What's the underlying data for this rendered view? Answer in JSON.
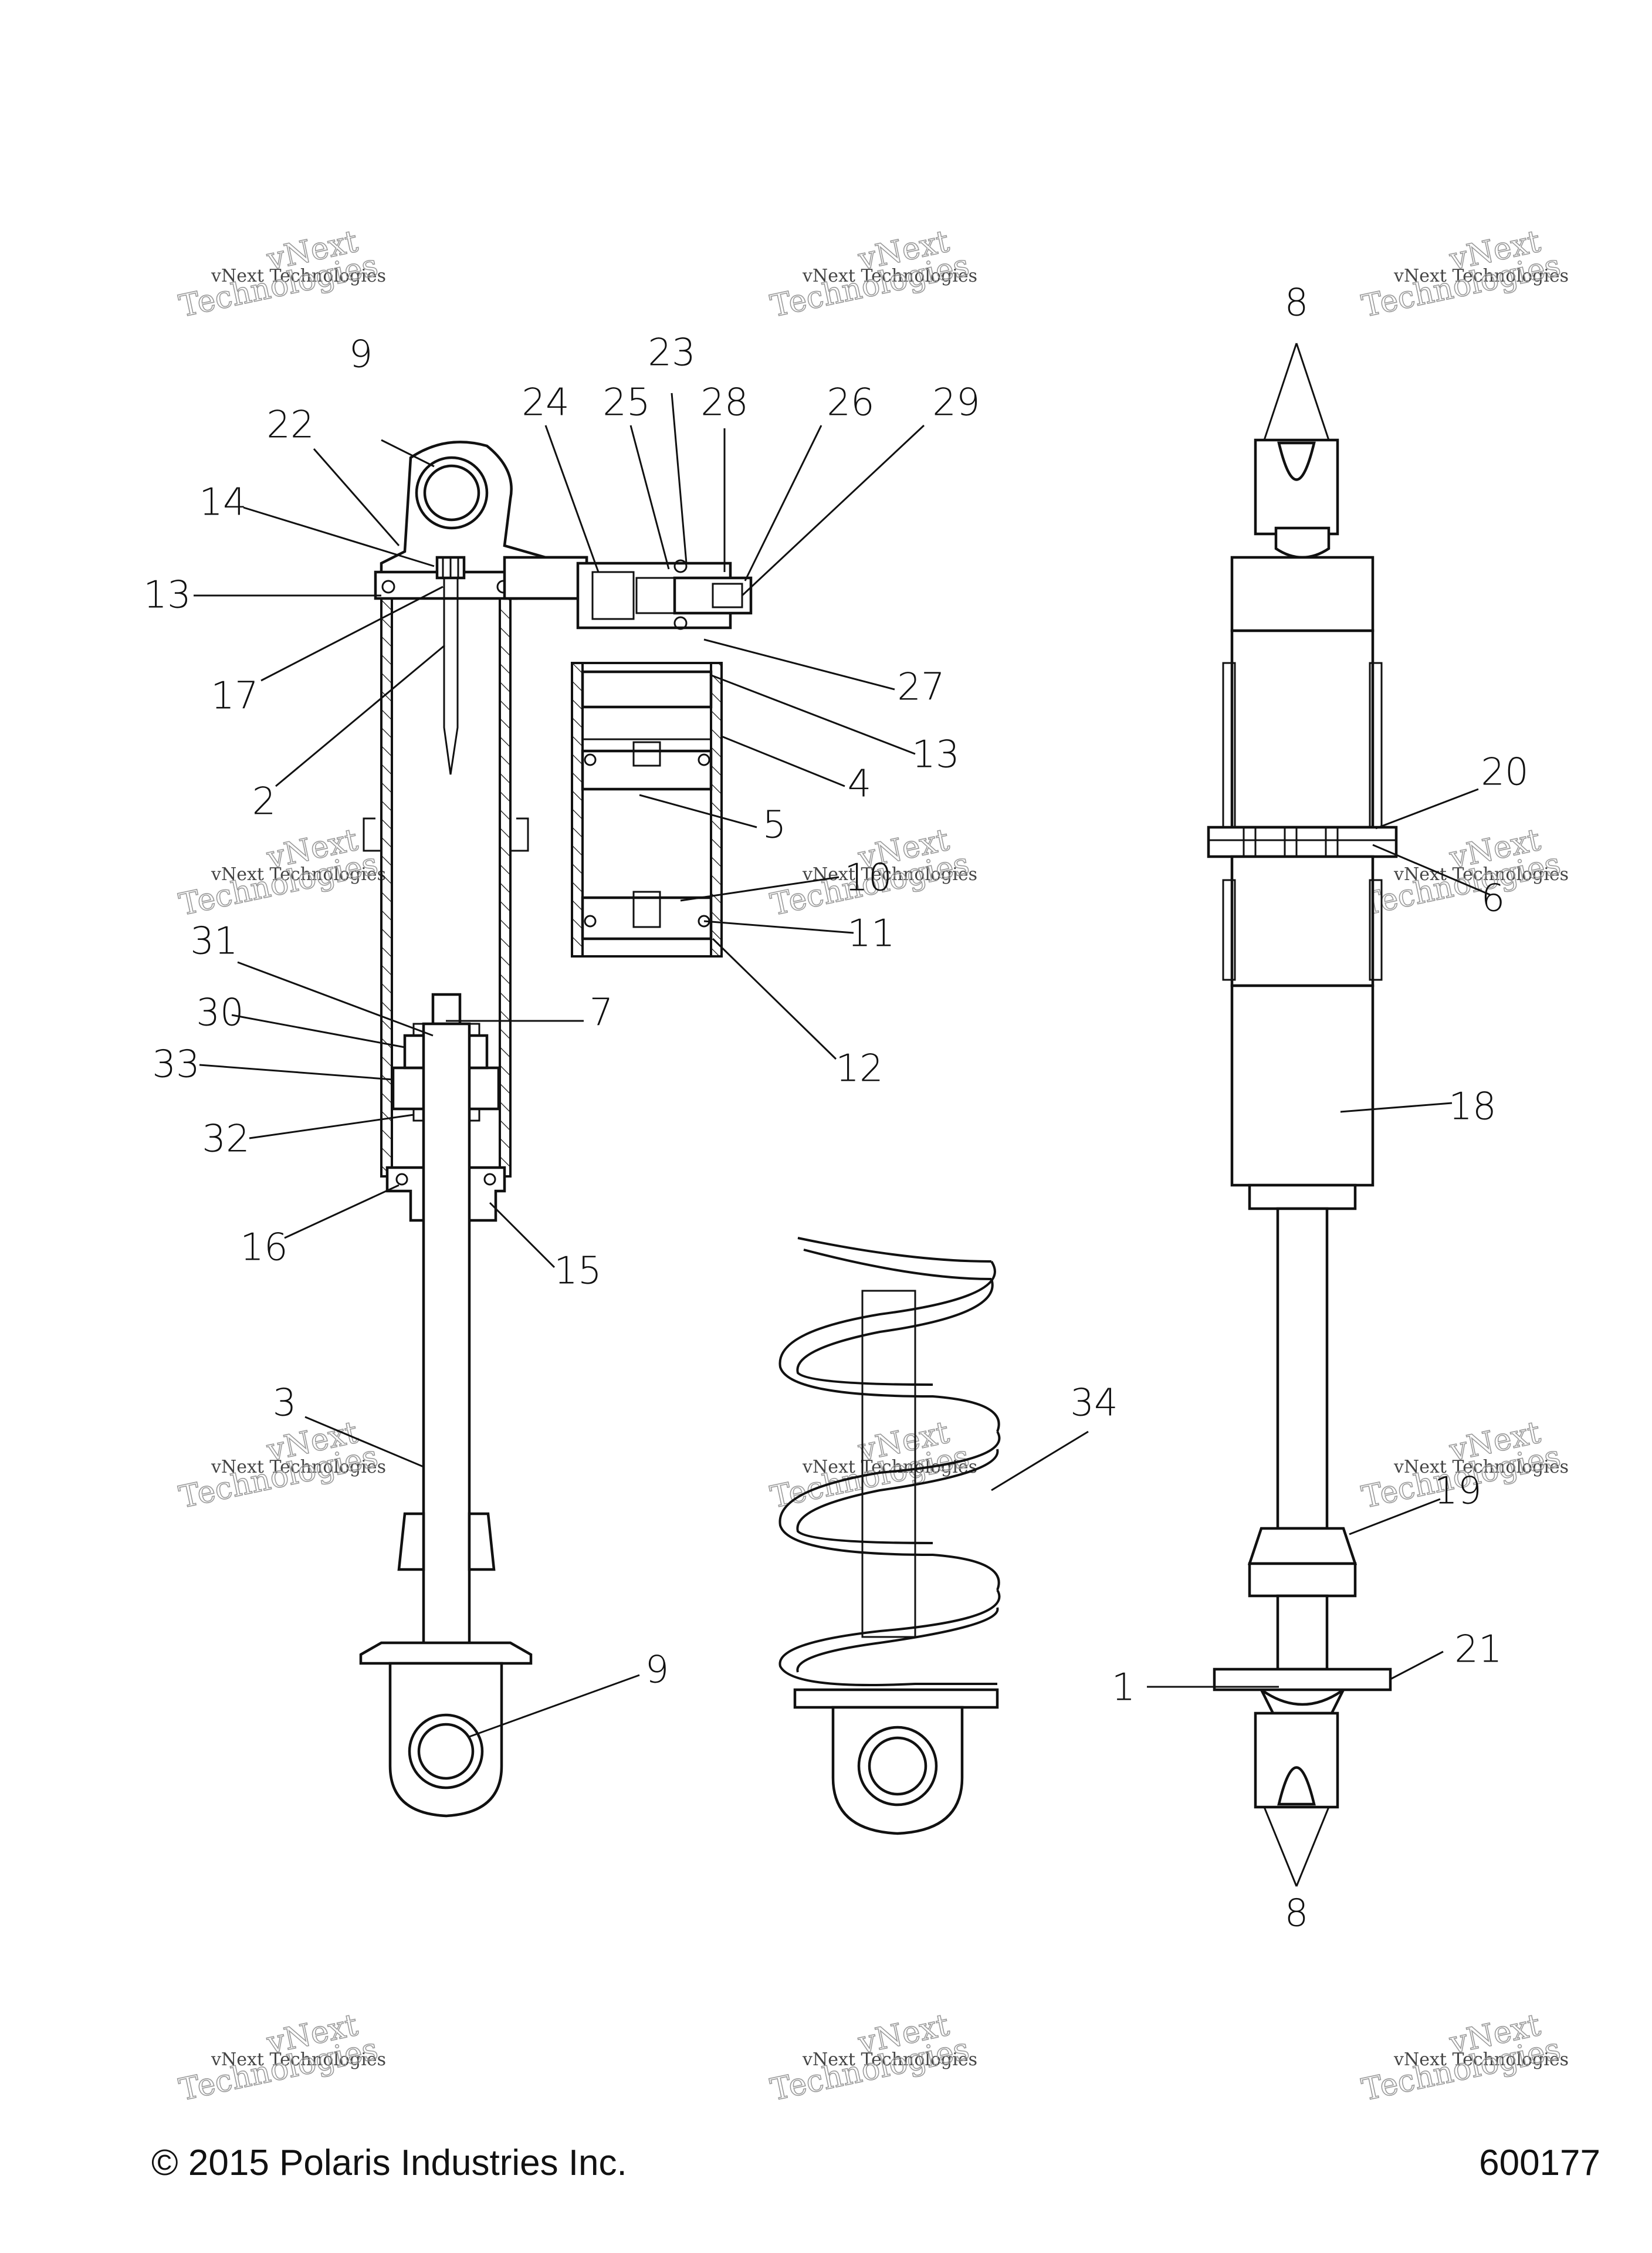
{
  "callouts": {
    "c1": "1",
    "c2": "2",
    "c3": "3",
    "c4": "4",
    "c5": "5",
    "c6": "6",
    "c7": "7",
    "c8": "8",
    "c9": "9",
    "c10": "10",
    "c11": "11",
    "c12": "12",
    "c13": "13",
    "c14": "14",
    "c15": "15",
    "c16": "16",
    "c17": "17",
    "c18": "18",
    "c19": "19",
    "c20": "20",
    "c21": "21",
    "c22": "22",
    "c23": "23",
    "c24": "24",
    "c25": "25",
    "c26": "26",
    "c27": "27",
    "c28": "28",
    "c29": "29",
    "c30": "30",
    "c31": "31",
    "c32": "32",
    "c33": "33",
    "c34": "34"
  },
  "watermark": {
    "line1": "vNext Technologies",
    "line2": "vNext",
    "line3": "Technologies"
  },
  "footer": {
    "copyright": "© 2015 Polaris Industries Inc.",
    "diagram_number": "600177"
  }
}
